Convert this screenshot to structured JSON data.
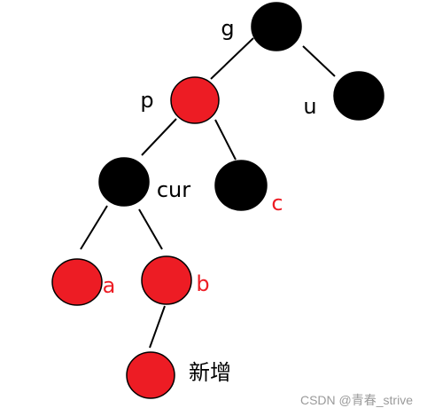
{
  "diagram": {
    "colors": {
      "black_node": "#000000",
      "red_node": "#ed1c24",
      "edge": "#000000",
      "label_black": "#000000",
      "label_red": "#ed1c24",
      "watermark": "#9a9a9a"
    },
    "nodes": [
      {
        "id": "g",
        "label": "g",
        "color": "black"
      },
      {
        "id": "p",
        "label": "p",
        "color": "red"
      },
      {
        "id": "u",
        "label": "u",
        "color": "black"
      },
      {
        "id": "cur",
        "label": "cur",
        "color": "black"
      },
      {
        "id": "c",
        "label": "c",
        "color": "black"
      },
      {
        "id": "a",
        "label": "a",
        "color": "red"
      },
      {
        "id": "b",
        "label": "b",
        "color": "red"
      },
      {
        "id": "new",
        "label": "新增",
        "color": "red"
      }
    ],
    "edges": [
      {
        "from": "g",
        "to": "p"
      },
      {
        "from": "g",
        "to": "u"
      },
      {
        "from": "p",
        "to": "cur"
      },
      {
        "from": "p",
        "to": "c"
      },
      {
        "from": "cur",
        "to": "a"
      },
      {
        "from": "cur",
        "to": "b"
      },
      {
        "from": "b",
        "to": "new"
      }
    ]
  },
  "watermark": "CSDN @青春_strive"
}
